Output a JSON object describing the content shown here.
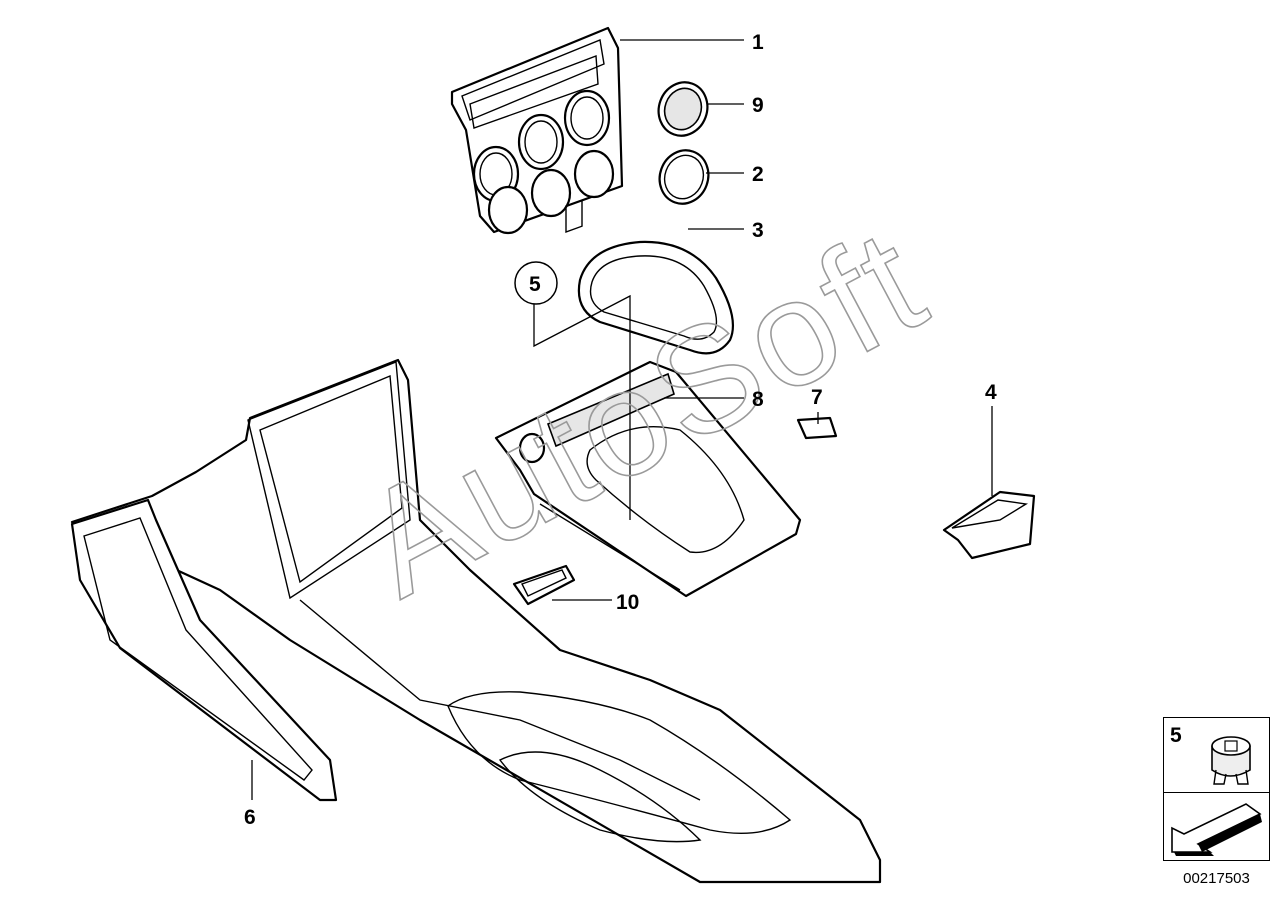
{
  "watermark": "AutoSoft",
  "callouts": [
    {
      "id": "callout-1",
      "label": "1"
    },
    {
      "id": "callout-9",
      "label": "9"
    },
    {
      "id": "callout-2",
      "label": "2"
    },
    {
      "id": "callout-3",
      "label": "3"
    },
    {
      "id": "callout-5",
      "label": "5"
    },
    {
      "id": "callout-8",
      "label": "8"
    },
    {
      "id": "callout-7",
      "label": "7"
    },
    {
      "id": "callout-4",
      "label": "4"
    },
    {
      "id": "callout-10",
      "label": "10"
    },
    {
      "id": "callout-6",
      "label": "6"
    }
  ],
  "legend": {
    "part_number": "5"
  },
  "document_id": "00217503",
  "icons": [
    "clip-fastener-icon",
    "arrow-icon"
  ]
}
